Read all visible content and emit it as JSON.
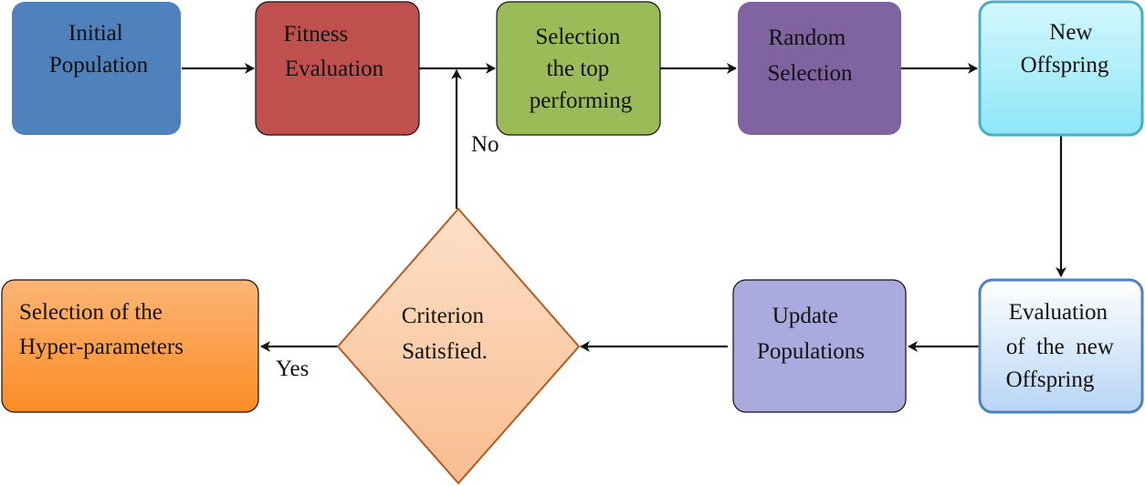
{
  "nodes": {
    "initial_population": {
      "lines": [
        "Initial",
        "Population"
      ],
      "fill": "#4f81bd"
    },
    "fitness_evaluation": {
      "lines": [
        "Fitness",
        "Evaluation"
      ],
      "fill": "#c0504d"
    },
    "selection_top": {
      "lines": [
        "Selection",
        "the top",
        "performing"
      ],
      "fill": "#9bbb59"
    },
    "random_selection": {
      "lines": [
        "Random",
        "Selection"
      ],
      "fill": "#8064a2"
    },
    "new_offspring": {
      "lines": [
        "New",
        "Offspring"
      ],
      "fill": "#a6eefa",
      "stroke": "#4bacc6"
    },
    "evaluation_new_offspring": {
      "lines": [
        "Evaluation",
        "of  the  new",
        "Offspring"
      ],
      "stroke": "#4f81bd"
    },
    "update_populations": {
      "lines": [
        "Update",
        "Populations"
      ],
      "fill": "#aaaadf"
    },
    "criterion": {
      "lines": [
        "Criterion",
        "Satisfied."
      ],
      "stroke": "#b35b20"
    },
    "selection_hyper": {
      "lines": [
        "Selection of the",
        "Hyper-parameters"
      ]
    }
  },
  "edge_labels": {
    "no": "No",
    "yes": "Yes"
  }
}
